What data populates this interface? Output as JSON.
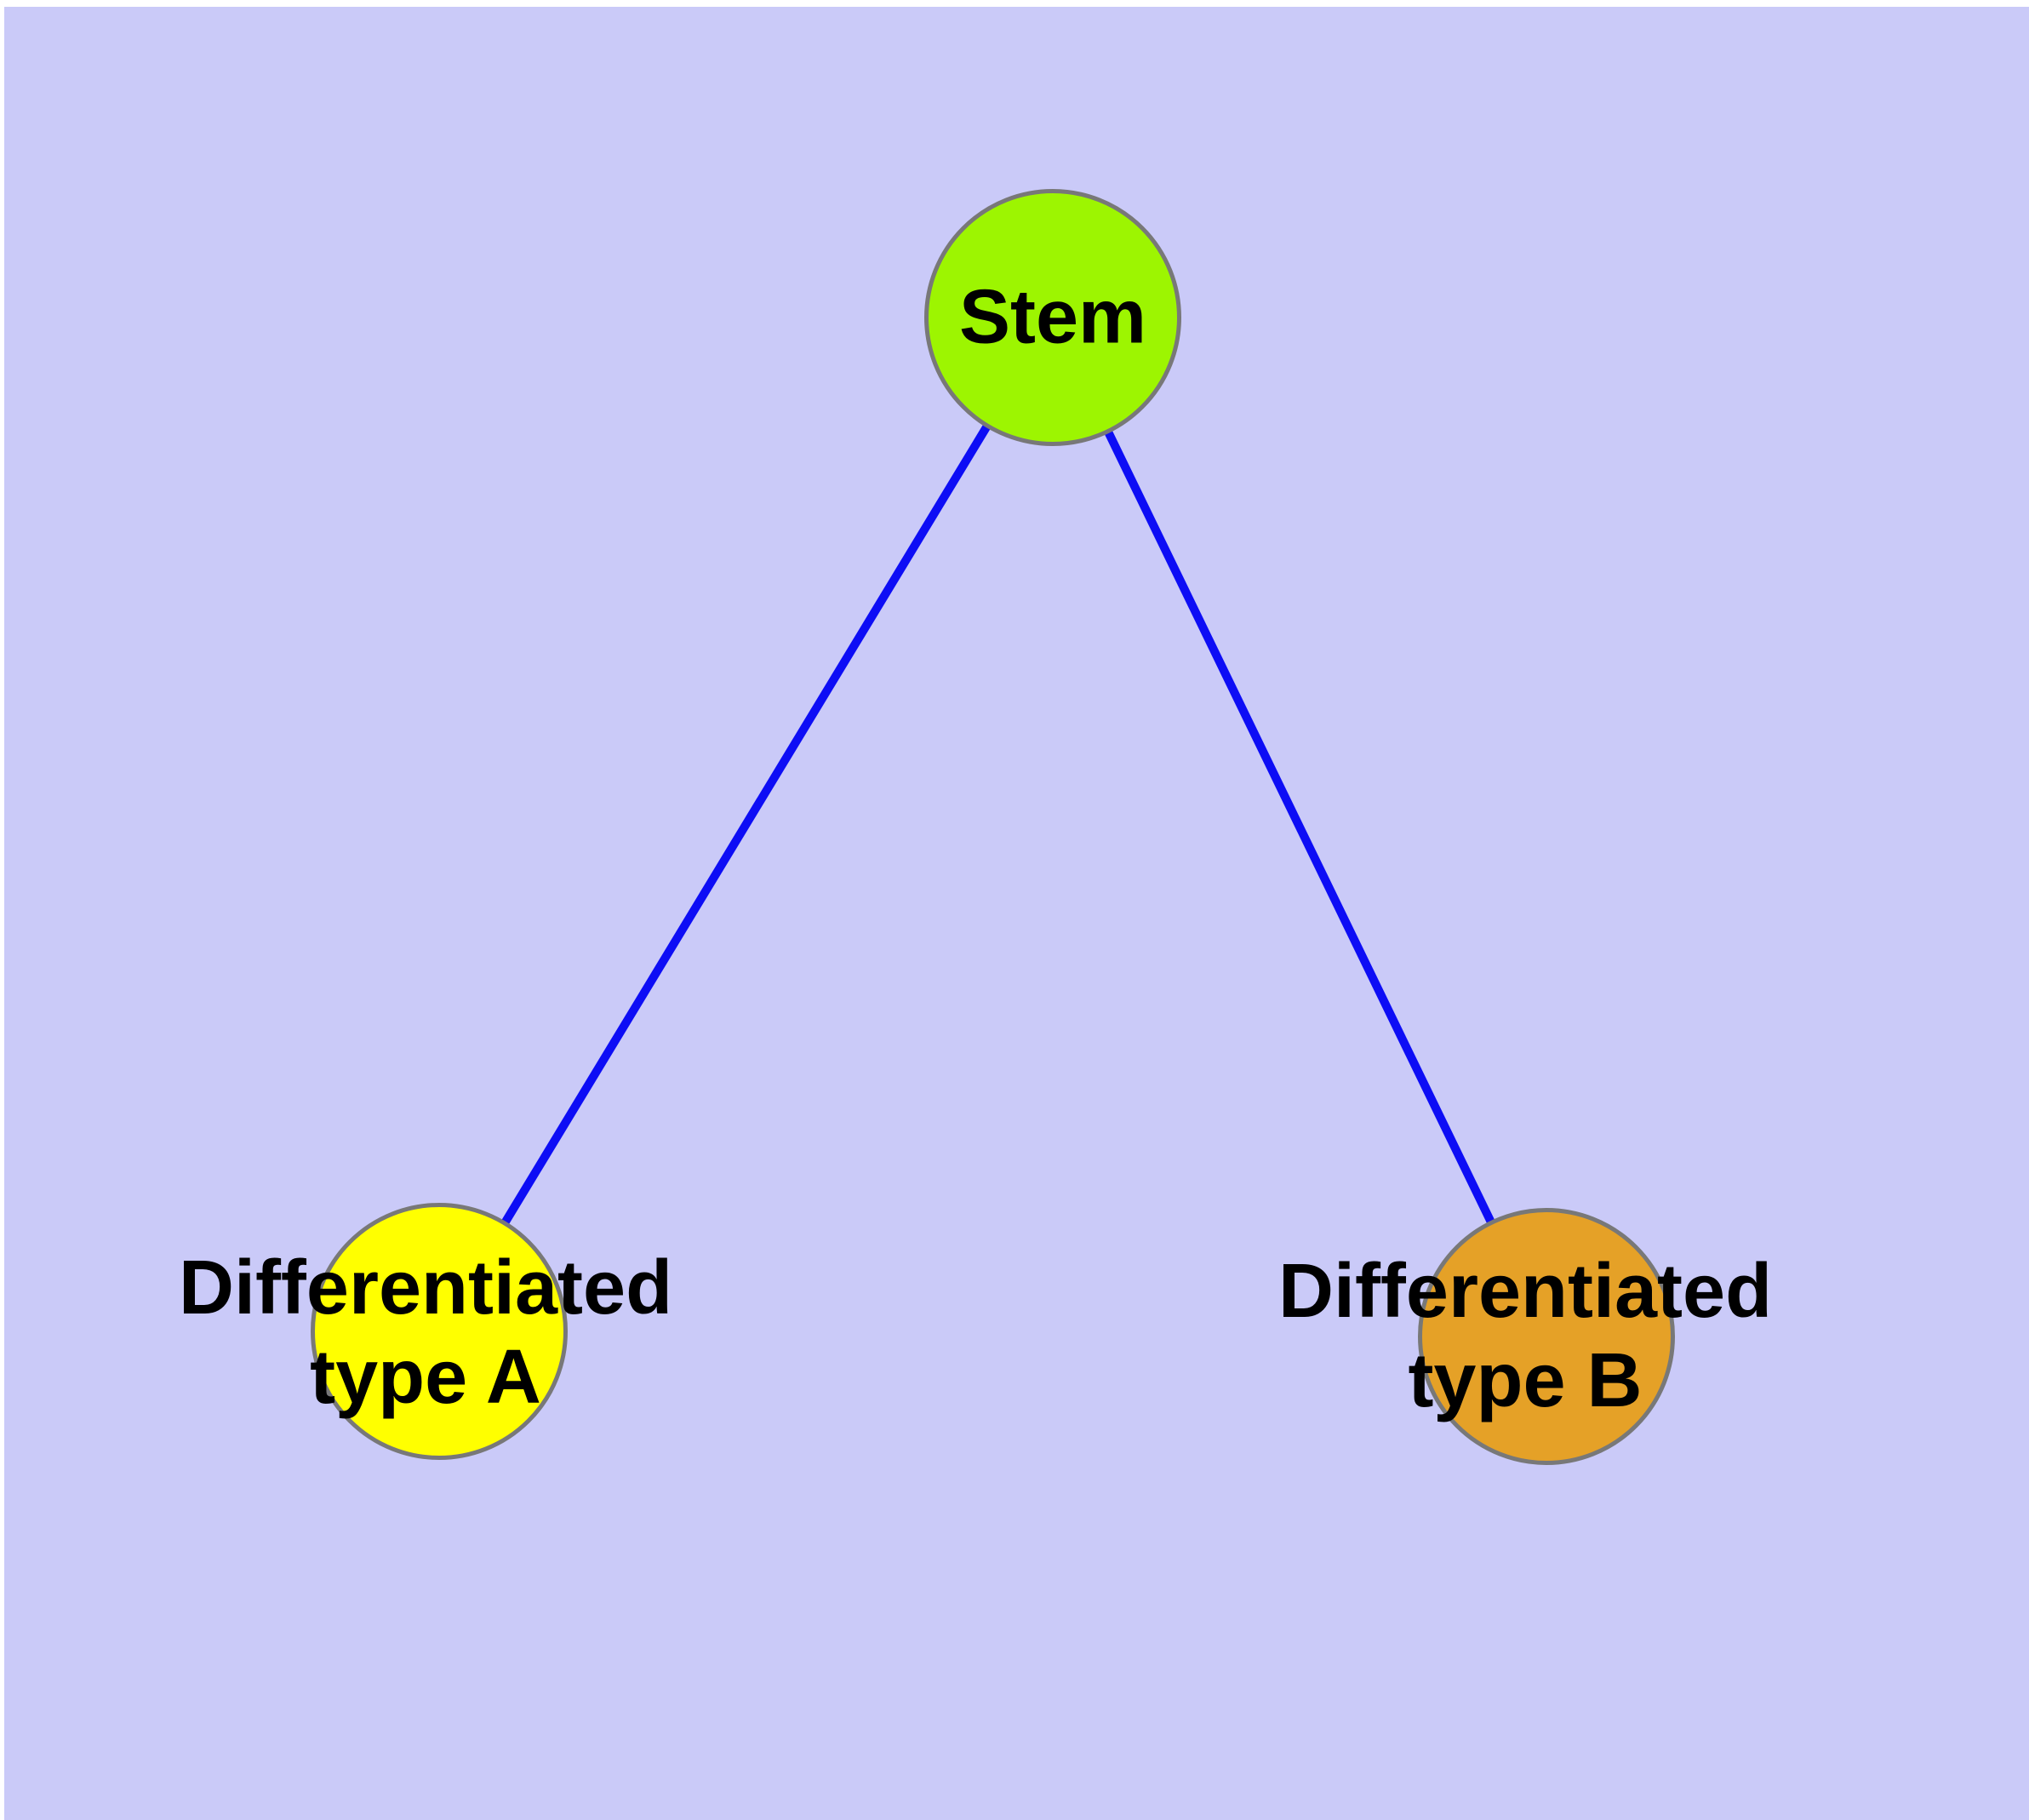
{
  "diagram": {
    "type": "graph",
    "background_color": "#CACAF8",
    "edge_color": "#0D0DF5",
    "node_border_color": "#787878",
    "text_color": "#000000",
    "nodes": [
      {
        "id": "stem",
        "label": "Stem",
        "fill_color": "#9DF501"
      },
      {
        "id": "differentiated-type-a",
        "label": "Differentiated\ntype A",
        "fill_color": "#FFFF00"
      },
      {
        "id": "differentiated-type-b",
        "label": "Differentiated\ntype B",
        "fill_color": "#E5A127"
      }
    ],
    "edges": [
      {
        "from": "stem",
        "to": "differentiated-type-a"
      },
      {
        "from": "stem",
        "to": "differentiated-type-b"
      }
    ]
  }
}
